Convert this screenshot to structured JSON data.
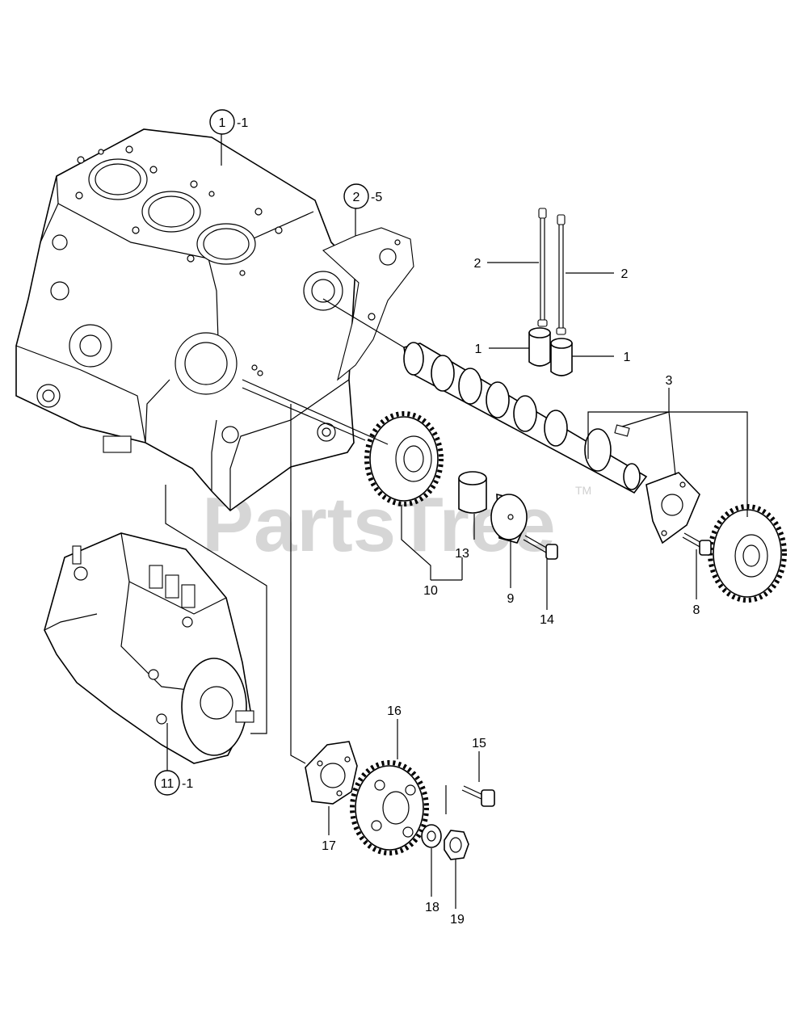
{
  "watermark": {
    "text": "PartsTree",
    "trademark": "TM"
  },
  "callouts": {
    "c1": {
      "num": "1",
      "suffix": "-1"
    },
    "c2": {
      "num": "2",
      "suffix": "-5"
    },
    "c11": {
      "num": "11",
      "suffix": "-1"
    }
  },
  "labels": {
    "push_rod_left": "2",
    "push_rod_right": "2",
    "tappet_left": "1",
    "tappet_right": "1",
    "camshaft_assy": "3",
    "bolt_8": "8",
    "plate_9": "9",
    "idle_gear_10": "10",
    "bushing_13": "13",
    "bolt_14": "14",
    "bolt_15": "15",
    "fip_gear_16": "16",
    "flange_17": "17",
    "washer_18": "18",
    "nut_19": "19"
  }
}
